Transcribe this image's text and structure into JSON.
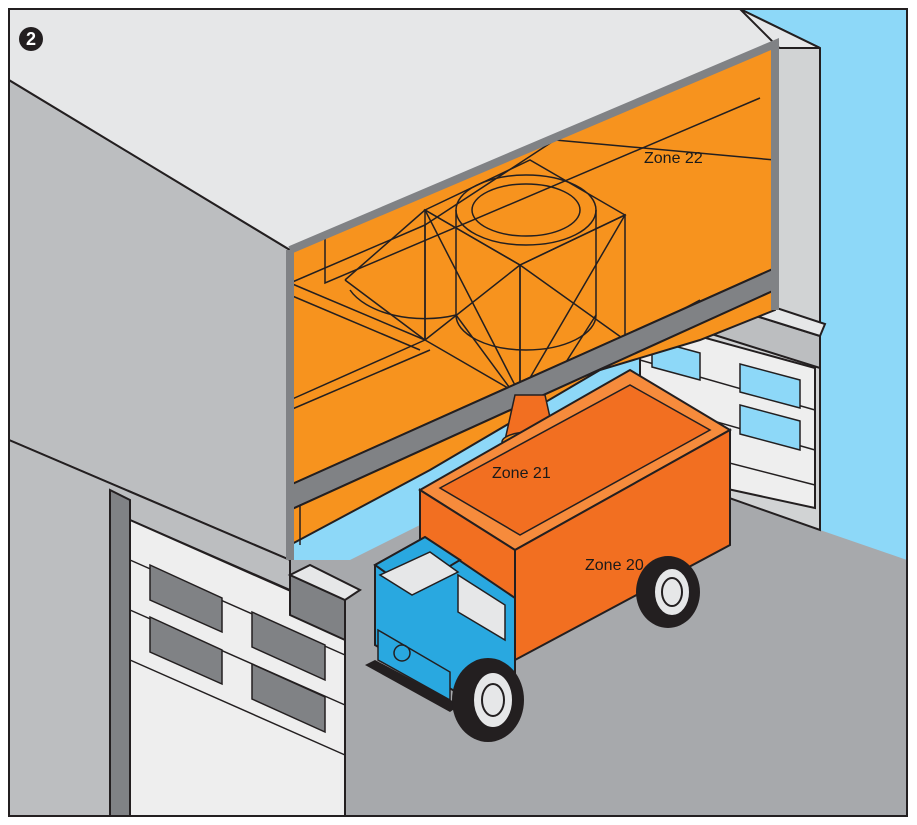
{
  "figure": {
    "badge_number": "2"
  },
  "zones": [
    {
      "id": "zone-22",
      "label": "Zone 22",
      "color": "#F7931E"
    },
    {
      "id": "zone-21",
      "label": "Zone 21",
      "color": "#F7931E"
    },
    {
      "id": "zone-20",
      "label": "Zone 20",
      "color": "#F26F21"
    }
  ],
  "colors": {
    "sky": "#8DD8F8",
    "ground": "#A7A9AC",
    "building_front": "#D1D3D4",
    "building_top": "#E6E7E8",
    "door": "#EEEEEE",
    "truck_cab": "#29A8E0",
    "truck_box": "#F26F21",
    "tire": "#231F20",
    "outline": "#231F20"
  }
}
